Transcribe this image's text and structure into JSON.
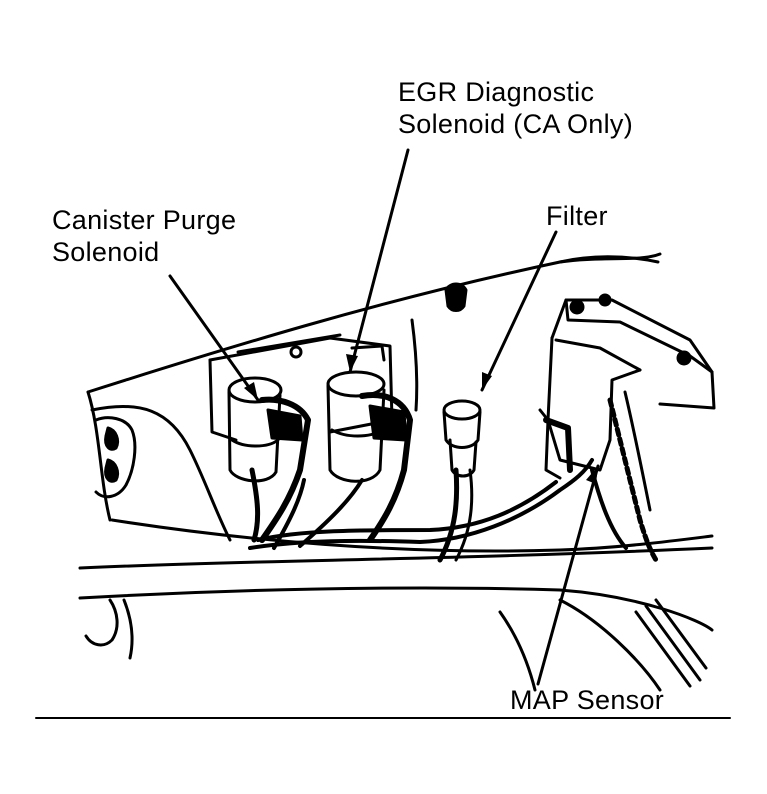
{
  "labels": {
    "egr_diagnostic_solenoid": {
      "line1": "EGR Diagnostic",
      "line2": "Solenoid (CA Only)"
    },
    "canister_purge_solenoid": {
      "line1": "Canister Purge",
      "line2": "Solenoid"
    },
    "filter": {
      "line1": "Filter"
    },
    "map_sensor": {
      "line1": "MAP Sensor"
    }
  },
  "colors": {
    "ink": "#000000",
    "paper": "#ffffff"
  }
}
